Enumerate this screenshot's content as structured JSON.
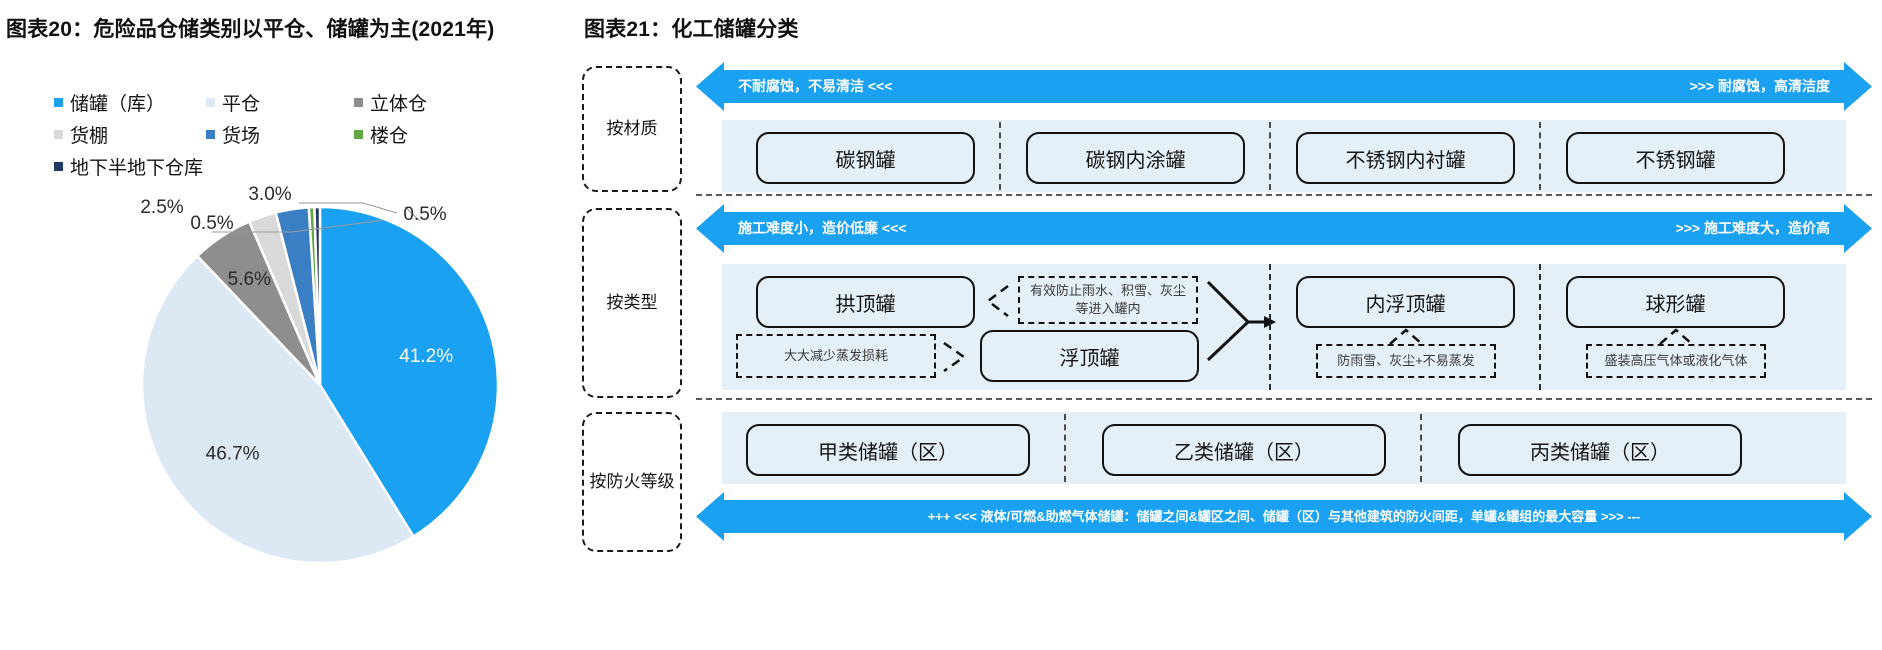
{
  "left": {
    "title": "图表20：危险品仓储类别以平仓、储罐为主(2021年)",
    "legend": [
      {
        "label": "储罐（库）",
        "color": "#1ba1f2"
      },
      {
        "label": "平仓",
        "color": "#dce9f5"
      },
      {
        "label": "立体仓",
        "color": "#8e8e8e"
      },
      {
        "label": "货棚",
        "color": "#d9d9d9"
      },
      {
        "label": "货场",
        "color": "#3a7fc4"
      },
      {
        "label": "楼仓",
        "color": "#62a744"
      },
      {
        "label": "地下半地下仓库",
        "color": "#1f3864"
      }
    ]
  },
  "chart_data": {
    "type": "pie",
    "title": "图表20：危险品仓储类别以平仓、储罐为主(2021年)",
    "categories": [
      "储罐（库）",
      "平仓",
      "立体仓",
      "货棚",
      "货场",
      "楼仓",
      "地下半地下仓库"
    ],
    "values": [
      41.2,
      46.7,
      5.6,
      2.5,
      3.0,
      0.5,
      0.5
    ],
    "labels": [
      "41.2%",
      "46.7%",
      "5.6%",
      "2.5%",
      "3.0%",
      "0.5%",
      "0.5%"
    ],
    "colors": [
      "#1ba1f2",
      "#dce9f5",
      "#8e8e8e",
      "#d9d9d9",
      "#3a7fc4",
      "#62a744",
      "#1f3864"
    ],
    "legend_position": "top",
    "unit": "%"
  },
  "right": {
    "title": "图表21：化工储罐分类",
    "sections": [
      {
        "label": "按材质",
        "arrow": {
          "left_text": "不耐腐蚀，不易清洁 <<<",
          "right_text": ">>> 耐腐蚀，高清洁度"
        },
        "items": [
          {
            "name": "碳钢罐"
          },
          {
            "name": "碳钢内涂罐"
          },
          {
            "name": "不锈钢内衬罐"
          },
          {
            "name": "不锈钢罐"
          }
        ]
      },
      {
        "label": "按类型",
        "arrow": {
          "left_text": "施工难度小，造价低廉 <<<",
          "right_text": ">>> 施工难度大，造价高"
        },
        "items": [
          {
            "name": "拱顶罐",
            "note": "有效防止雨水、积雪、灰尘等进入罐内"
          },
          {
            "name": "浮顶罐",
            "note": "大大减少蒸发损耗"
          },
          {
            "name": "内浮顶罐",
            "note": "防雨雪、灰尘+不易蒸发"
          },
          {
            "name": "球形罐",
            "note": "盛装高压气体或液化气体"
          }
        ]
      },
      {
        "label": "按防火等级",
        "items": [
          {
            "name": "甲类储罐（区）"
          },
          {
            "name": "乙类储罐（区）"
          },
          {
            "name": "丙类储罐（区）"
          }
        ],
        "bottom_arrow": {
          "text": "+++ <<< 液体/可燃&助燃气体储罐：储罐之间&罐区之间、储罐（区）与其他建筑的防火间距，单罐&罐组的最大容量 >>> ---"
        }
      }
    ],
    "accent_color": "#1ba1f2",
    "band_color": "#e4eff7"
  }
}
